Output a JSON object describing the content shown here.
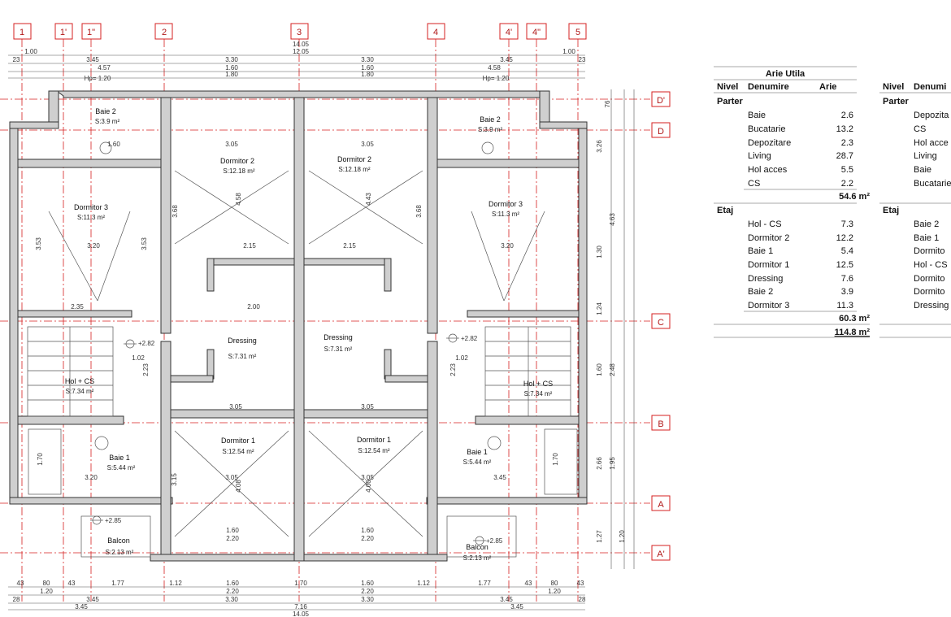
{
  "axes_top": [
    "1",
    "1'",
    "1\"",
    "2",
    "3",
    "4",
    "4'",
    "4\"",
    "5"
  ],
  "axes_side": [
    "D'",
    "D",
    "C",
    "B",
    "A",
    "A'"
  ],
  "top_dims": {
    "row1": [
      "1.00",
      "14.05",
      "1.00"
    ],
    "row1b": "12.05",
    "row2": [
      "23",
      "3.45",
      "3.30",
      "3.30",
      "3.45",
      "23"
    ],
    "row3": [
      "4.57",
      "1.60",
      "1.60",
      "4.58"
    ],
    "row4": [
      "1.80",
      "1.80"
    ]
  },
  "hp_labels": [
    "Hp= 1.20",
    "Hp= 1.20"
  ],
  "rooms": [
    {
      "name": "Baie 2",
      "area": "S:3.9 m²"
    },
    {
      "name": "Baie 2",
      "area": "S:3.9 m²"
    },
    {
      "name": "Dormitor 2",
      "area": "S:12.18 m²"
    },
    {
      "name": "Dormitor 2",
      "area": "S:12.18 m²"
    },
    {
      "name": "Dormitor 3",
      "area": "S:11.3 m²"
    },
    {
      "name": "Dormitor 3",
      "area": "S:11.3 m²"
    },
    {
      "name": "Dressing",
      "area": "S:7.31 m²"
    },
    {
      "name": "Dressing",
      "area": "S:7.31 m²"
    },
    {
      "name": "Hol + CS",
      "area": "S:7.34 m²"
    },
    {
      "name": "Hol + CS",
      "area": "S:7.34 m²"
    },
    {
      "name": "Dormitor 1",
      "area": "S:12.54 m²"
    },
    {
      "name": "Dormitor 1",
      "area": "S:12.54 m²"
    },
    {
      "name": "Baie 1",
      "area": "S:5.44 m²"
    },
    {
      "name": "Baie 1",
      "area": "S:5.44 m²"
    },
    {
      "name": "Balcon",
      "area": "S:2.13 m²"
    },
    {
      "name": "Balcon",
      "area": "S:2.13 m²"
    }
  ],
  "levels": [
    "+2.82",
    "+2.82",
    "+2.85",
    "+2.85"
  ],
  "inner_dims": [
    "3.20",
    "3.05",
    "3.05",
    "3.20",
    "2.15",
    "2.15",
    "2.35",
    "2.00",
    "3.05",
    "3.05",
    "3.05",
    "3.05",
    "3.20",
    "3.45",
    "1.02",
    "1.02",
    "2.20",
    "2.20",
    "1.60",
    "1.60",
    "1.60",
    "3.53",
    "3.53",
    "3.68",
    "3.68",
    "4.58",
    "4.43",
    "4.08",
    "4.00",
    "1.70",
    "1.70",
    "3.15",
    "2.23",
    "2.23"
  ],
  "right_dims": [
    "76",
    "3.26",
    "4.63",
    "1.30",
    "1.24",
    "1.60",
    "2.48",
    "1.95",
    "2.66",
    "1.27",
    "1.20"
  ],
  "bottom_dims": {
    "row1": [
      "43",
      "80",
      "43",
      "1.77",
      "1.12",
      "1.60",
      "1.70",
      "1.60",
      "1.12",
      "1.77",
      "43",
      "80",
      "43"
    ],
    "row2": [
      "1.20",
      "2.20",
      "2.20",
      "1.20"
    ],
    "row3": [
      "28",
      "3.45",
      "3.30",
      "3.30",
      "3.45",
      "28"
    ],
    "row4": [
      "3.45",
      "7.16",
      "3.45"
    ],
    "row5": "14.05"
  },
  "table1": {
    "title": "Arie Utila",
    "headers": [
      "Nivel",
      "Denumire",
      "Arie"
    ],
    "groups": [
      {
        "level": "Parter",
        "rows": [
          {
            "name": "Baie",
            "value": "2.6"
          },
          {
            "name": "Bucatarie",
            "value": "13.2"
          },
          {
            "name": "Depozitare",
            "value": "2.3"
          },
          {
            "name": "Living",
            "value": "28.7"
          },
          {
            "name": "Hol acces",
            "value": "5.5"
          },
          {
            "name": "CS",
            "value": "2.2"
          }
        ],
        "total": "54.6 m²"
      },
      {
        "level": "Etaj",
        "rows": [
          {
            "name": "Hol - CS",
            "value": "7.3"
          },
          {
            "name": "Dormitor 2",
            "value": "12.2"
          },
          {
            "name": "Baie 1",
            "value": "5.4"
          },
          {
            "name": "Dormitor 1",
            "value": "12.5"
          },
          {
            "name": "Dressing",
            "value": "7.6"
          },
          {
            "name": "Baie 2",
            "value": "3.9"
          },
          {
            "name": "Dormitor 3",
            "value": "11.3"
          }
        ],
        "total": "60.3 m²"
      }
    ],
    "grand_total": "114.8 m²"
  },
  "table2": {
    "headers": [
      "Nivel",
      "Denumi"
    ],
    "groups": [
      {
        "level": "Parter",
        "rows": [
          "Depozita",
          "CS",
          "Hol acce",
          "Living",
          "Baie",
          "Bucatarie"
        ]
      },
      {
        "level": "Etaj",
        "rows": [
          "Baie 2",
          "Baie 1",
          "Dormito",
          "Hol - CS",
          "Dormito",
          "Dormito",
          "Dressing"
        ]
      }
    ]
  },
  "colors": {
    "grid": "#d62020",
    "wall": "#cfcfcf",
    "line": "#333333"
  }
}
